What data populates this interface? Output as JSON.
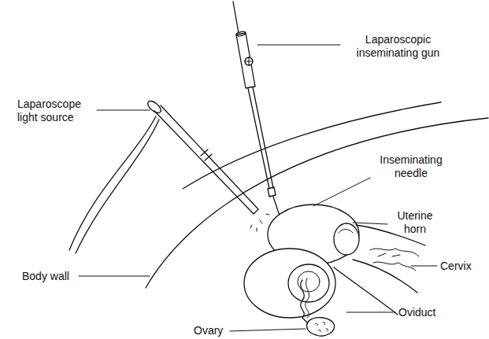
{
  "diagram": {
    "labels": [
      "Laparoscopic inseminating gun",
      "Laparoscope light source",
      "Inseminating needle",
      "Uterine horn",
      "Cervix",
      "Body wall",
      "Oviduct",
      "Ovary"
    ]
  }
}
